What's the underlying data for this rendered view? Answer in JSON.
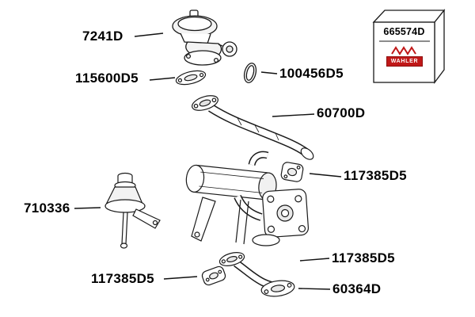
{
  "diagram": {
    "labels": {
      "valve": "7241D",
      "gasket_top": "115600D5",
      "oring": "100456D5",
      "pipe_upper": "60700D",
      "gasket_mid": "117385D5",
      "actuator": "710336",
      "gasket_lower_right": "117385D5",
      "gasket_lower_left": "117385D5",
      "flange_lower": "60364D"
    },
    "box": {
      "part_number": "665574D",
      "brand": "WAHLER"
    },
    "colors": {
      "line": "#1a1a1a",
      "brand_red": "#c01818",
      "background": "#ffffff"
    }
  }
}
